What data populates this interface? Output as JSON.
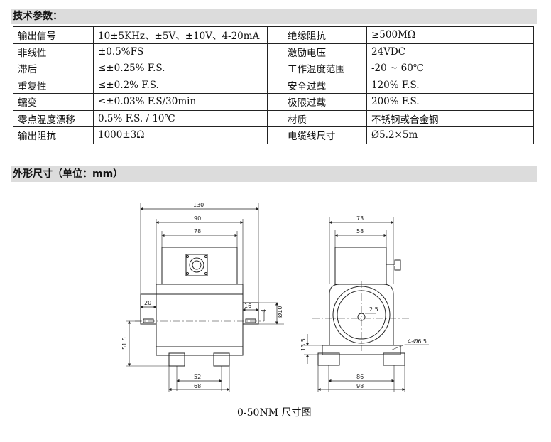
{
  "sections": {
    "tech_params": "技术参数：",
    "dimensions": "外形尺寸（单位：mm）"
  },
  "spec_rows": [
    {
      "k1": "输出信号",
      "v1": "10±5KHz、±5V、±10V、4-20mA",
      "k2": "绝缘阻抗",
      "v2": "≥500MΩ"
    },
    {
      "k1": "非线性",
      "v1": "±0.5%FS",
      "k2": "激励电压",
      "v2": "24VDC"
    },
    {
      "k1": "滞后",
      "v1": "≤±0.25% F.S.",
      "k2": "工作温度范围",
      "v2": "-20 ~ 60℃"
    },
    {
      "k1": "重复性",
      "v1": "≤±0.2% F.S.",
      "k2": "安全过载",
      "v2": "120% F.S."
    },
    {
      "k1": "蠕变",
      "v1": "≤±0.03% F.S/30min",
      "k2": "极限过载",
      "v2": "200% F.S."
    },
    {
      "k1": "零点温度漂移",
      "v1": "0.5% F.S. / 10℃",
      "k2": "材质",
      "v2": "不锈钢或合金钢"
    },
    {
      "k1": "输出阻抗",
      "v1": "1000±3Ω",
      "k2": "电缆线尺寸",
      "v2": "Ø5.2×5m"
    }
  ],
  "front_view": {
    "d130": "130",
    "d90": "90",
    "d78": "78",
    "d20": "20",
    "d16": "16",
    "d4": "4",
    "d_phi10": "Ø10",
    "d51_5": "51.5",
    "d52": "52",
    "d68": "68"
  },
  "side_view": {
    "d73": "73",
    "d58": "58",
    "d2_5": "2.5",
    "d13_5": "13.5",
    "d_holes": "4-Ø6.5",
    "d86": "86",
    "d98": "98"
  },
  "caption": "0-50NM 尺寸图"
}
